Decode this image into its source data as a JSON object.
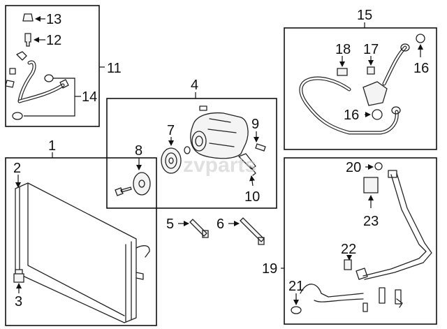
{
  "callouts": {
    "c1": "1",
    "c2": "2",
    "c3": "3",
    "c4": "4",
    "c5": "5",
    "c6": "6",
    "c7": "7",
    "c8": "8",
    "c9": "9",
    "c10": "10",
    "c11": "11",
    "c12": "12",
    "c13": "13",
    "c14": "14",
    "c15": "15",
    "c16a": "16",
    "c16b": "16",
    "c17": "17",
    "c18": "18",
    "c19": "19",
    "c20": "20",
    "c21": "21",
    "c22": "22",
    "c23": "23"
  },
  "watermark": "zvparts",
  "colors": {
    "line": "#111111",
    "background": "#ffffff",
    "watermark": "#c8c8c8"
  }
}
